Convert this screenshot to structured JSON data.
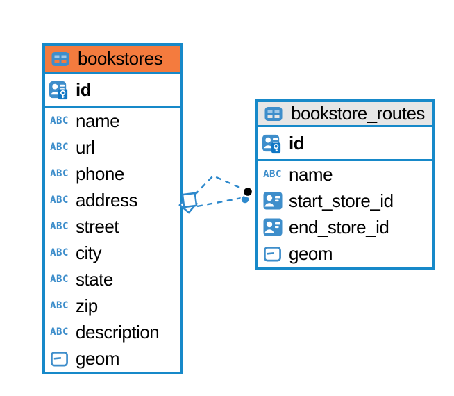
{
  "tables": [
    {
      "name": "bookstores",
      "columns": [
        {
          "name": "id",
          "type": "primary-key"
        },
        {
          "name": "name",
          "type": "text"
        },
        {
          "name": "url",
          "type": "text"
        },
        {
          "name": "phone",
          "type": "text"
        },
        {
          "name": "address",
          "type": "text"
        },
        {
          "name": "street",
          "type": "text"
        },
        {
          "name": "city",
          "type": "text"
        },
        {
          "name": "state",
          "type": "text"
        },
        {
          "name": "zip",
          "type": "text"
        },
        {
          "name": "description",
          "type": "text"
        },
        {
          "name": "geom",
          "type": "geometry"
        }
      ]
    },
    {
      "name": "bookstore_routes",
      "columns": [
        {
          "name": "id",
          "type": "primary-key"
        },
        {
          "name": "name",
          "type": "text"
        },
        {
          "name": "start_store_id",
          "type": "foreign-key"
        },
        {
          "name": "end_store_id",
          "type": "foreign-key"
        },
        {
          "name": "geom",
          "type": "geometry"
        }
      ]
    }
  ],
  "relation": {
    "from_table": "bookstores",
    "to_table": "bookstore_routes",
    "line_style": "dashed"
  },
  "icons": {
    "text_glyph": "ABC"
  },
  "colors": {
    "table_border": "#1789c9",
    "bookstores_header": "#f47b3e",
    "bookstore_routes_header": "#e6e6e6",
    "icon_blue": "#3e8ecb",
    "key_overlay_blue": "#0f77c5",
    "relation_line": "#2e89cc",
    "relation_endpoint_black": "#000000"
  }
}
